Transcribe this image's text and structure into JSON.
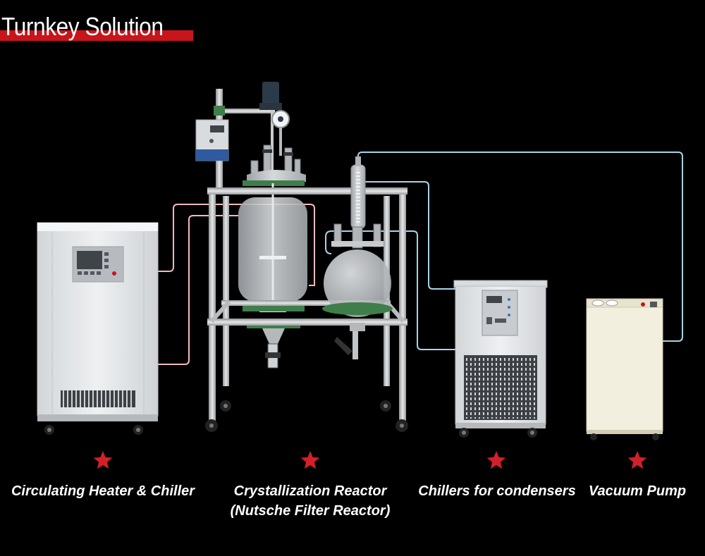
{
  "page": {
    "title": "Turnkey Solution",
    "background": "#000000",
    "accent": "#c8141b"
  },
  "equipment": [
    {
      "id": "heater-chiller",
      "label_lines": [
        "Circulating Heater & Chiller"
      ],
      "icon": "star-icon"
    },
    {
      "id": "reactor",
      "label_lines": [
        "Crystallization Reactor",
        "(Nutsche Filter Reactor)"
      ],
      "icon": "star-icon"
    },
    {
      "id": "condenser-chillers",
      "label_lines": [
        "Chillers for condensers"
      ],
      "icon": "star-icon"
    },
    {
      "id": "vacuum-pump",
      "label_lines": [
        "Vacuum Pump"
      ],
      "icon": "star-icon"
    }
  ],
  "colors": {
    "hose_heating": "#f2b8c0",
    "hose_cooling": "#a9d3e6",
    "cabinet": "#e4e6e8",
    "pump_body": "#f3efdf",
    "glass": "#c8cbcf",
    "flange_green": "#3f7d4a",
    "frame_steel": "#c9cbcd"
  }
}
